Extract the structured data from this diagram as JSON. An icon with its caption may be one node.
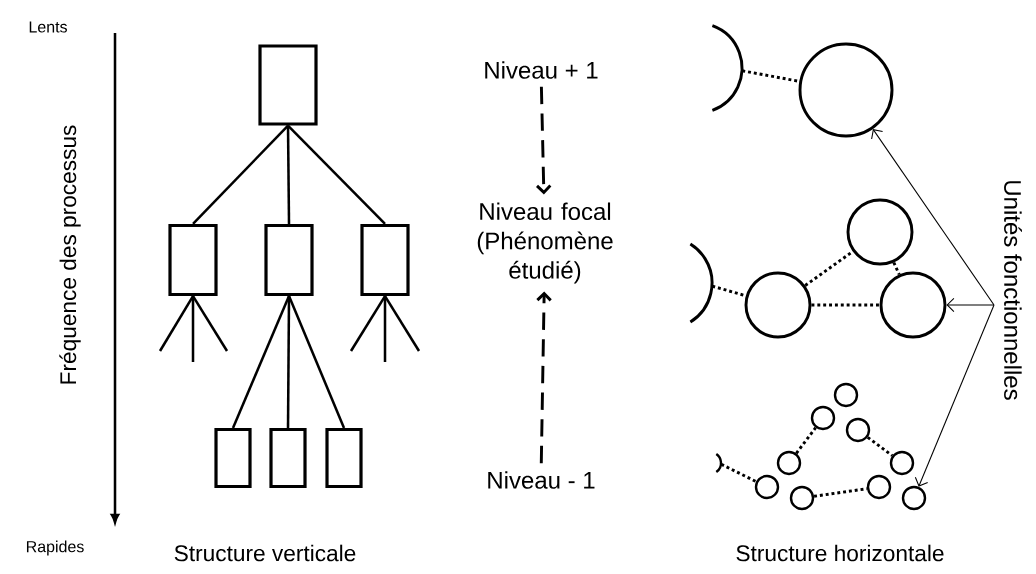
{
  "diagram": {
    "nodes": [
      {
        "text": [],
        "shape": "box"
      },
      {
        "text": [],
        "shape": "box"
      },
      {
        "text": [],
        "shape": "box"
      },
      {
        "text": [],
        "shape": "box"
      },
      {
        "text": [],
        "shape": "box"
      },
      {
        "text": [],
        "shape": "box"
      },
      {
        "text": [],
        "shape": "box"
      },
      {
        "text": [
          "Niveau + 1"
        ]
      },
      {
        "text": [
          "Niveau focal (Phénomène étudié)"
        ]
      },
      {
        "text": [
          "Niveau - 1"
        ]
      },
      {
        "text": [],
        "shape": "arc"
      },
      {
        "text": [],
        "shape": "circle"
      },
      {
        "text": [],
        "shape": "circle"
      },
      {
        "text": [],
        "shape": "arc"
      },
      {
        "text": [],
        "shape": "circle"
      },
      {
        "text": [],
        "shape": "circle"
      },
      {
        "text": [],
        "shape": "circle"
      },
      {
        "text": [],
        "shape": "circle"
      },
      {
        "text": [],
        "shape": "circle"
      },
      {
        "text": [],
        "shape": "arc"
      },
      {
        "text": [],
        "shape": "circle"
      },
      {
        "text": [],
        "shape": "circle"
      },
      {
        "text": [],
        "shape": "circle"
      },
      {
        "text": [],
        "shape": "circle"
      },
      {
        "text": [],
        "shape": "circle"
      },
      {
        "text": [],
        "shape": "circle"
      },
      {
        "text": [
          "Unités fonctionnelles"
        ]
      }
    ],
    "edges": [
      {
        "from": 0,
        "to": 1,
        "arrow": "none"
      },
      {
        "from": 0,
        "to": 2,
        "arrow": "none"
      },
      {
        "from": 0,
        "to": 3,
        "arrow": "none"
      },
      {
        "from": 2,
        "to": 4,
        "arrow": "none"
      },
      {
        "from": 2,
        "to": 5,
        "arrow": "none"
      },
      {
        "from": 2,
        "to": 6,
        "arrow": "none"
      },
      {
        "from": 1,
        "to": null,
        "arrow": "none"
      },
      {
        "from": 1,
        "to": null,
        "arrow": "none"
      },
      {
        "from": 1,
        "to": null,
        "arrow": "none"
      },
      {
        "from": 3,
        "to": null,
        "arrow": "none"
      },
      {
        "from": 3,
        "to": null,
        "arrow": "none"
      },
      {
        "from": 3,
        "to": null,
        "arrow": "none"
      },
      {
        "from": 7,
        "to": 8,
        "arrow": "to",
        "style": "dashed"
      },
      {
        "from": 9,
        "to": 8,
        "arrow": "to",
        "style": "dashed"
      },
      {
        "from": 10,
        "to": 11,
        "arrow": "none",
        "style": "dashed"
      },
      {
        "from": 13,
        "to": 14,
        "arrow": "none",
        "style": "dashed"
      },
      {
        "from": 14,
        "to": 12,
        "arrow": "none",
        "style": "dashed"
      },
      {
        "from": 12,
        "to": 15,
        "arrow": "none",
        "style": "dashed"
      },
      {
        "from": 14,
        "to": 15,
        "arrow": "none",
        "style": "dashed"
      },
      {
        "from": 19,
        "to": 22,
        "arrow": "none",
        "style": "dashed"
      },
      {
        "from": 20,
        "to": 17,
        "arrow": "none",
        "style": "dashed"
      },
      {
        "from": 18,
        "to": 21,
        "arrow": "none",
        "style": "dashed"
      },
      {
        "from": 24,
        "to": 23,
        "arrow": "none",
        "style": "dashed"
      },
      {
        "from": 26,
        "to": 11,
        "arrow": "to"
      },
      {
        "from": 26,
        "to": 15,
        "arrow": "to"
      },
      {
        "from": 26,
        "to": 25,
        "arrow": "to"
      }
    ],
    "labels": [
      "Lents",
      "Fréquence des processus",
      "Rapides",
      "Structure verticale",
      "Structure horizontale"
    ]
  }
}
